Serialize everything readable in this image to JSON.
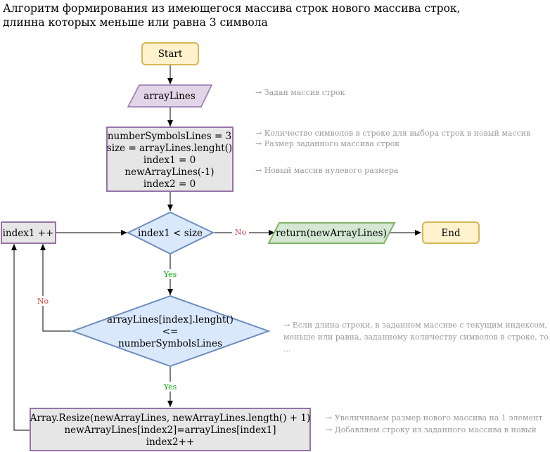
{
  "title": {
    "line1": "Алгоритм формирования из имеющегося массива строк нового массива строк,",
    "line2": "длинна которых меньше или равна 3 символа"
  },
  "nodes": {
    "start": "Start",
    "input": "arrayLines",
    "init": [
      "numberSymbolsLines = 3",
      "size = arrayLines.lenght()",
      "index1 = 0",
      "newArrayLines(-1)",
      "index2 = 0"
    ],
    "condition1": "index1 < size",
    "increment": "index1 ++",
    "return": "return(newArrayLines)",
    "end": "End",
    "condition2": [
      "arrayLines[index].lenght()",
      "<=",
      "numberSymbolsLines"
    ],
    "resize": [
      "Array.Resize(newArrayLines, newArrayLines.length() + 1)",
      "newArrayLines[index2]=arrayLines[index1]",
      "index2++"
    ]
  },
  "edge_labels": {
    "no1": "No",
    "yes1": "Yes",
    "no2": "No",
    "yes2": "Yes"
  },
  "notes": {
    "input": "→ Задан массив строк",
    "init1": "→ Количество символов в строке для выбора строк в новый массив",
    "init2": "→ Размер заданного массива строк",
    "init3": "→ Новый массив нулевого размера",
    "cond_line1": "→ Если длина строки, в заданном массиве с текущим индексом,",
    "cond_line2": "меньше или равна, заданному количеству символов в строке, то",
    "cond_line3": "...",
    "resize1": "→ Увеличиваем размер нового массива на 1 элемент",
    "resize2": "→ Добавляем строку из заданного массива в новый"
  },
  "colors": {
    "terminal_fill": "#fff2cc",
    "terminal_stroke": "#d6b656",
    "io_fill": "#e1d5e7",
    "io_stroke": "#9673a6",
    "process_fill": "#e6e6e6",
    "process_stroke": "#9673a6",
    "decision_fill": "#dae8fc",
    "decision_stroke": "#6c8ebf",
    "output_fill": "#d5e8d4",
    "output_stroke": "#82b366"
  }
}
